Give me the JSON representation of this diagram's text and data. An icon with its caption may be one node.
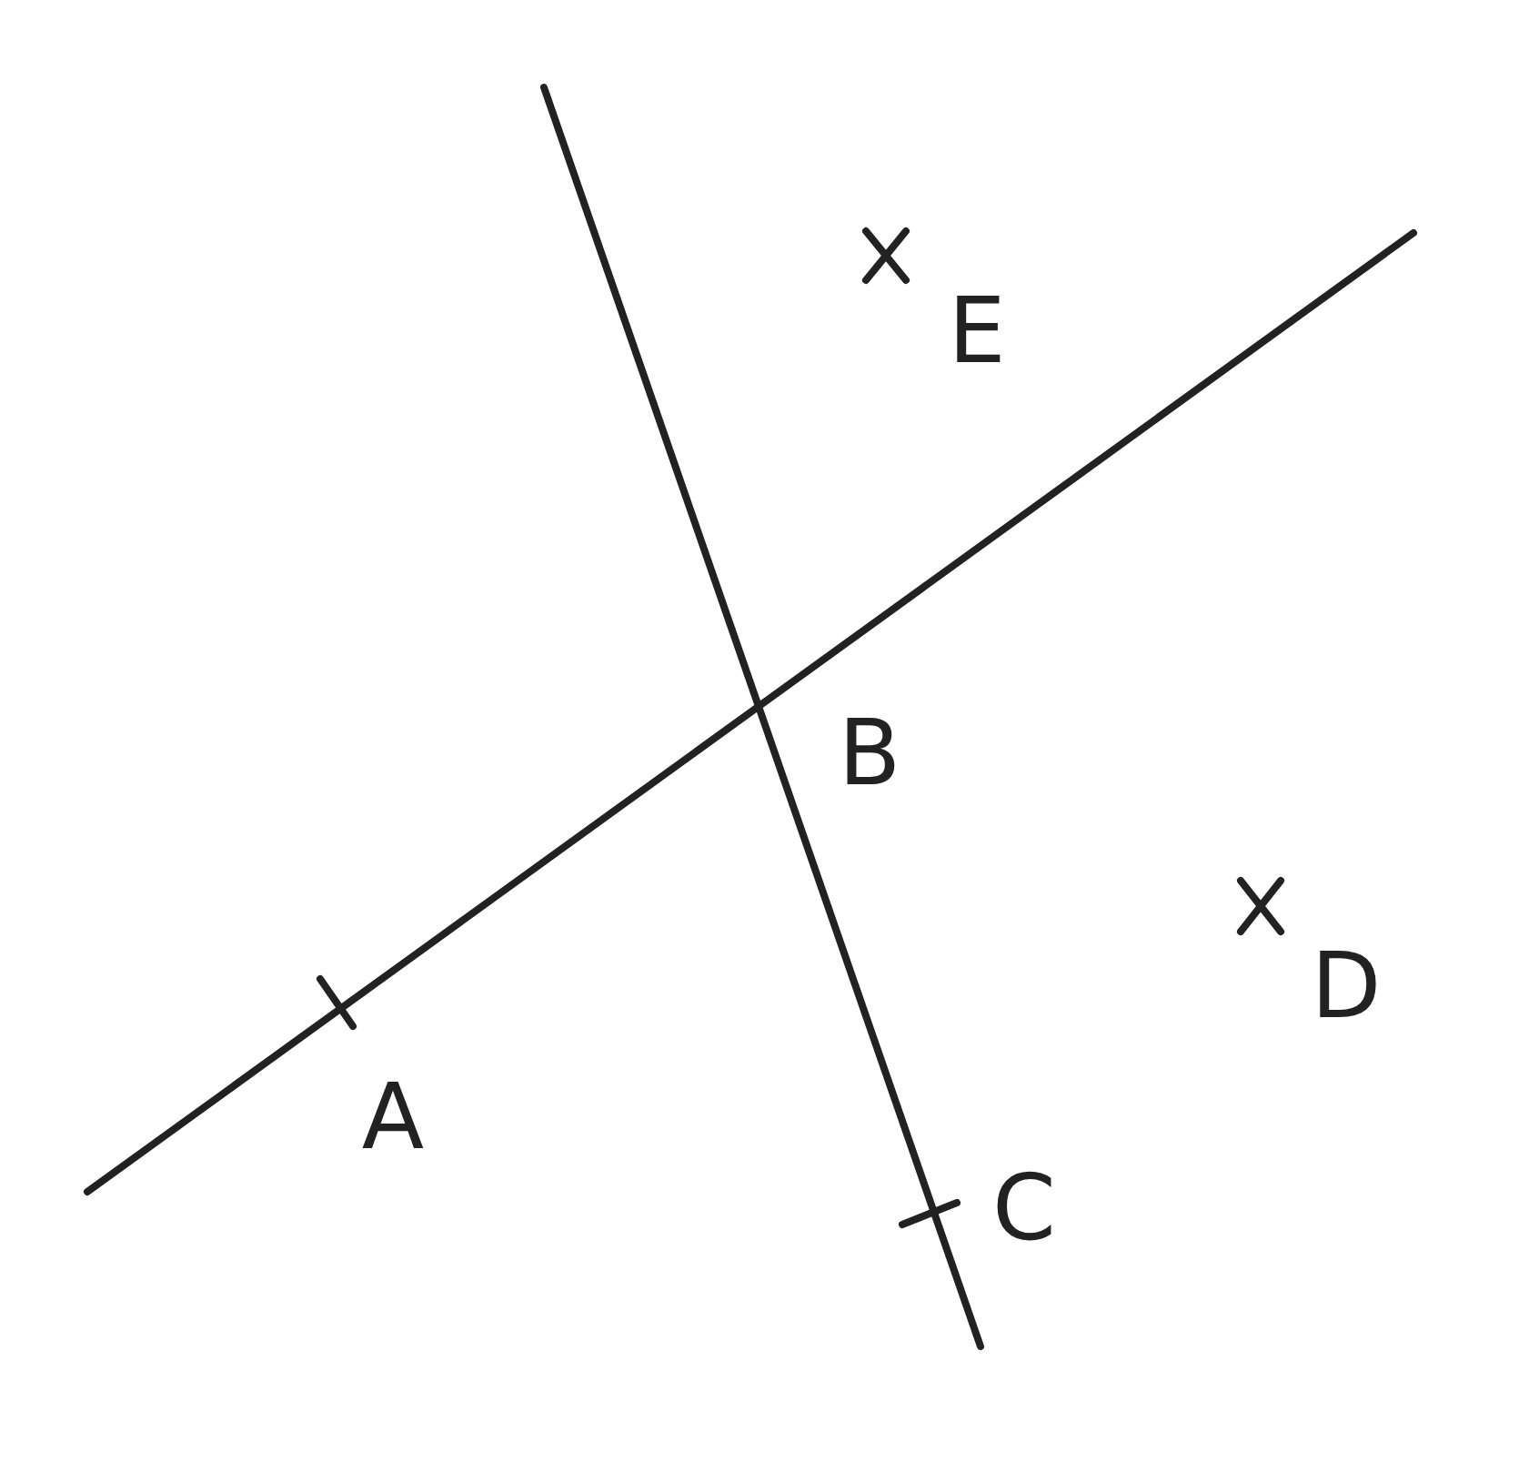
{
  "diagram": {
    "labels": [
      "E",
      "B",
      "D",
      "A",
      "C"
    ]
  }
}
